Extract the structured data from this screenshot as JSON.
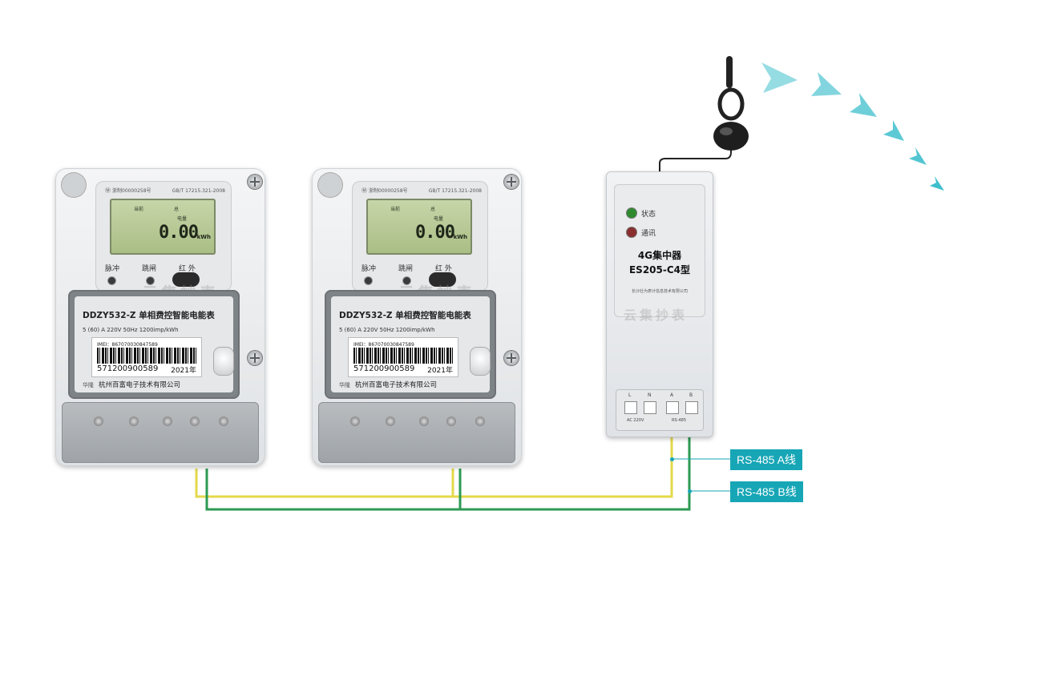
{
  "meters": [
    {
      "standard_code": "浙制00000258号",
      "standard": "GB/T 17215.321-2008",
      "lcd_label_current": "当前",
      "lcd_label_total": "总",
      "lcd_label_energy": "电量",
      "reading": "0.00",
      "unit": "kWh",
      "indicator_pulse": "脉冲",
      "indicator_trip": "跳闸",
      "indicator_ir": "红 外",
      "model": "DDZY532-Z  单相费控智能电能表",
      "spec": "5 (60) A 220V 50Hz 1200imp/kWh",
      "imei": "IMEI：867070030847589",
      "serial": "571200900589",
      "year": "2021年",
      "brand": "华隆",
      "company": "杭州百富电子技术有限公司",
      "watermark": "云集抄表"
    },
    {
      "standard_code": "浙制00000258号",
      "standard": "GB/T 17215.321-2008",
      "lcd_label_current": "当前",
      "lcd_label_total": "总",
      "lcd_label_energy": "电量",
      "reading": "0.00",
      "unit": "kWh",
      "indicator_pulse": "脉冲",
      "indicator_trip": "跳闸",
      "indicator_ir": "红 外",
      "model": "DDZY532-Z  单相费控智能电能表",
      "spec": "5 (60) A 220V 50Hz 1200imp/kWh",
      "imei": "IMEI：867070030847589",
      "serial": "571200900589",
      "year": "2021年",
      "brand": "华隆",
      "company": "杭州百富电子技术有限公司",
      "watermark": "云集抄表"
    }
  ],
  "concentrator": {
    "status_label": "状态",
    "comm_label": "通讯",
    "title_line1": "4G集中器",
    "title_line2": "ES205-C4型",
    "company": "长沙壮为表计信息技术有限公司",
    "watermark": "云集抄表",
    "terminal_labels": [
      "L",
      "N",
      "A",
      "B"
    ],
    "terminal_sub_ac": "AC 220V",
    "terminal_sub_rs": "RS-485",
    "status_led_color": "#2f8a2f",
    "comm_led_color": "#8a2f2f"
  },
  "wires": {
    "a_label": "RS-485 A线",
    "b_label": "RS-485 B线",
    "a_color": "#e3d94a",
    "b_color": "#2c9a52",
    "label_bg": "#17a6b6"
  },
  "signal": {
    "color": "#3fbfcc",
    "arrow_count": 6
  }
}
